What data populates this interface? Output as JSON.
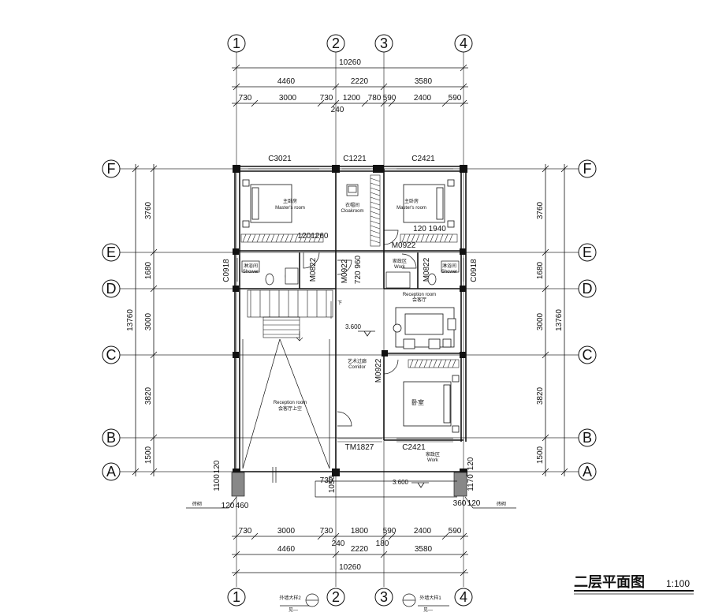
{
  "axes": {
    "columns": [
      "1",
      "2",
      "3",
      "4"
    ],
    "rows": [
      "F",
      "E",
      "D",
      "C",
      "B",
      "A"
    ]
  },
  "dims": {
    "top": {
      "total": "10260",
      "mid": [
        "4460",
        "2220",
        "3580"
      ],
      "detail": [
        "730",
        "3000",
        "730",
        "1200",
        "780",
        "590",
        "2400",
        "590"
      ],
      "extra": "240"
    },
    "bottom": {
      "detail": [
        "730",
        "3000",
        "730",
        "1800",
        "590",
        "2400",
        "590"
      ],
      "mid": [
        "4460",
        "2220",
        "3580"
      ],
      "total": "10260",
      "extra": [
        "240",
        "180"
      ]
    },
    "left": {
      "segments": [
        "3760",
        "1680",
        "3000",
        "3820",
        "1500"
      ],
      "total": "13760",
      "offset": [
        "120",
        "1100"
      ]
    },
    "right": {
      "segments": [
        "3760",
        "1680",
        "3000",
        "3820",
        "1500"
      ],
      "total": "13760",
      "offset": [
        "120",
        "1170"
      ]
    }
  },
  "windows": {
    "c3021": "C3021",
    "c1221": "C1221",
    "c2421_top": "C2421",
    "c0918_left": "C0918",
    "c0918_right": "C0918",
    "c2421_bottom": "C2421",
    "tm1827": "TM1827"
  },
  "doors": {
    "m0822_left": "M0822",
    "m0922_mid": "M0922",
    "m0922_top": "M0922",
    "m0822_right": "M0822",
    "m0922_corr": "M0922"
  },
  "inner_dims": {
    "d120_1260": "1201260",
    "d720_960": "720 960",
    "d120_1940": "120  1940"
  },
  "rooms": {
    "master_left": {
      "zh": "主卧房",
      "en": "Master's room"
    },
    "cloakroom": {
      "zh": "衣帽间",
      "en": "Cloakroom"
    },
    "master_right": {
      "zh": "主卧房",
      "en": "Master's room"
    },
    "shower_left": {
      "zh": "淋浴间",
      "en": "Shower"
    },
    "work_top": {
      "zh": "家政区",
      "en": "Work"
    },
    "shower_right": {
      "zh": "淋浴间",
      "en": "Shower"
    },
    "reception_right": {
      "en": "Reception room",
      "zh": "会客厅"
    },
    "corridor": {
      "zh": "艺术过廊",
      "en": "Corridor"
    },
    "bedroom": {
      "zh": "卧室"
    },
    "reception_void": {
      "en": "Reception room",
      "zh": "会客厅上空"
    },
    "work_bottom": {
      "zh": "家政区",
      "en": "Work"
    }
  },
  "stair_down": "下",
  "elevations": {
    "main": "3.600",
    "balcony": "3.600"
  },
  "side_labels": {
    "left": "砖砌",
    "right": "砖砌"
  },
  "left_small": [
    "120",
    "460"
  ],
  "right_small": [
    "360",
    "120"
  ],
  "bottom_small": [
    "730",
    "1050"
  ],
  "details": {
    "left": {
      "name": "外墙大样2",
      "code": "见—"
    },
    "right": {
      "name": "外墙大样1",
      "code": "见—"
    }
  },
  "title": {
    "zh": "二层平面图",
    "scale": "1:100"
  },
  "colors": {
    "line": "#111111",
    "grid": "#333333",
    "hatch": "#222222"
  }
}
